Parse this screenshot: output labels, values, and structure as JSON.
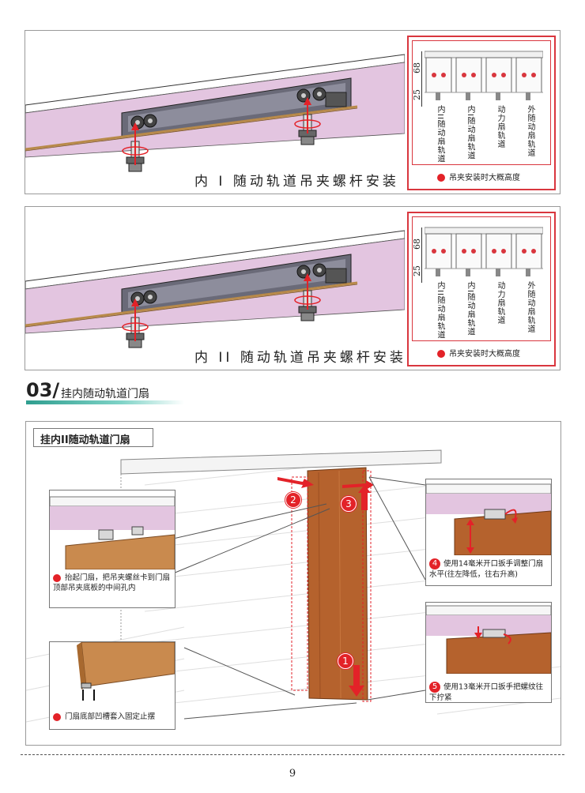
{
  "panel1": {
    "caption": "内 I 随动轨道吊夹螺杆安装",
    "dim_top": "68",
    "dim_bottom": "25",
    "labels": [
      "内II随动扇轨道",
      "内I随动扇轨道",
      "动力扇轨道",
      "外随动扇轨道"
    ],
    "note": "吊夹安装时大概高度"
  },
  "panel2": {
    "caption": "内 II 随动轨道吊夹螺杆安装",
    "dim_top": "68",
    "dim_bottom": "25",
    "labels": [
      "内II随动扇轨道",
      "内I随动扇轨道",
      "动力扇轨道",
      "外随动扇轨道"
    ],
    "note": "吊夹安装时大概高度"
  },
  "section": {
    "number": "03/",
    "title": "挂内随动轨道门扇"
  },
  "main": {
    "title": "挂内II随动轨道门扇",
    "step_numbers": [
      "1",
      "2",
      "3"
    ],
    "note_lift": "抬起门扇，把吊夹螺丝卡到门扇顶部吊夹底板的中间孔内",
    "note_bottom": "门扇底部凹槽套入固定止摆",
    "step4_number": "4",
    "step4_text": "使用14毫米开口扳手调整门扇水平(往左降低，往右升高)",
    "step5_number": "5",
    "step5_text": "使用13毫米开口扳手把螺纹往下拧紧"
  },
  "page_number": "9",
  "colors": {
    "accent_red": "#e32228",
    "lilac": "#e3c5e0",
    "wood": "#b5622d",
    "teal": "#4db8a8"
  }
}
